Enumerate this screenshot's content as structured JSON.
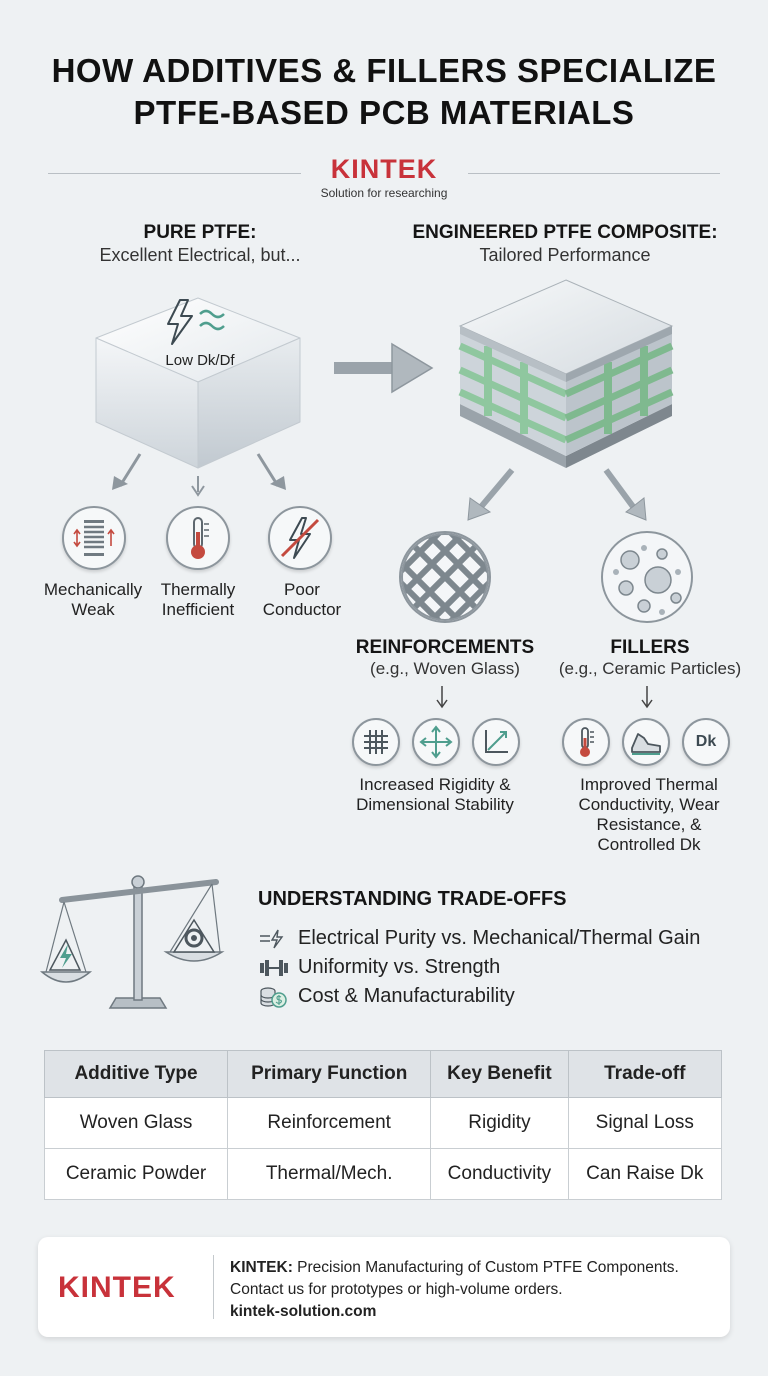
{
  "title": {
    "line1": "HOW ADDITIVES & FILLERS SPECIALIZE",
    "line2": "PTFE-BASED PCB MATERIALS"
  },
  "brand": {
    "name": "KINTEK",
    "tagline": "Solution for researching"
  },
  "pure": {
    "heading": "PURE PTFE:",
    "subheading": "Excellent Electrical, but...",
    "block_label": "Low Dk/Df",
    "weaknesses": [
      {
        "line1": "Mechanically",
        "line2": "Weak",
        "icon": "spring-icon"
      },
      {
        "line1": "Thermally",
        "line2": "Inefficient",
        "icon": "thermometer-icon"
      },
      {
        "line1": "Poor",
        "line2": "Conductor",
        "icon": "no-lightning-icon"
      }
    ]
  },
  "composite": {
    "heading": "ENGINEERED PTFE COMPOSITE:",
    "subheading": "Tailored Performance"
  },
  "reinforcements": {
    "heading": "REINFORCEMENTS",
    "example": "(e.g., Woven Glass)",
    "benefit_line1": "Increased Rigidity &",
    "benefit_line2": "Dimensional Stability"
  },
  "fillers": {
    "heading": "FILLERS",
    "example": "(e.g., Ceramic Particles)",
    "benefit_line1": "Improved Thermal",
    "benefit_line2": "Conductivity, Wear",
    "benefit_line3": "Resistance, &",
    "benefit_line4": "Controlled Dk",
    "dk_icon_text": "Dk"
  },
  "tradeoffs": {
    "heading": "UNDERSTANDING TRADE-OFFS",
    "items": [
      {
        "text": "Electrical Purity vs. Mechanical/Thermal Gain",
        "icon": "signal-icon"
      },
      {
        "text": "Uniformity vs. Strength",
        "icon": "dumbbell-icon"
      },
      {
        "text": "Cost & Manufacturability",
        "icon": "coins-icon"
      }
    ]
  },
  "table": {
    "headers": [
      "Additive Type",
      "Primary Function",
      "Key Benefit",
      "Trade-off"
    ],
    "rows": [
      [
        "Woven Glass",
        "Reinforcement",
        "Rigidity",
        "Signal Loss"
      ],
      [
        "Ceramic Powder",
        "Thermal/Mech.",
        "Conductivity",
        "Can Raise Dk"
      ]
    ]
  },
  "footer": {
    "brand": "KINTEK",
    "lead": "KINTEK:",
    "line1_rest": " Precision Manufacturing of Custom PTFE Components.",
    "line2": "Contact us for prototypes or high-volume orders.",
    "url": "kintek-solution.com"
  },
  "colors": {
    "brand_red": "#c8323a",
    "icon_red": "#c44a3f",
    "glass_green": "#8fc79f",
    "background": "#eef1f3"
  }
}
